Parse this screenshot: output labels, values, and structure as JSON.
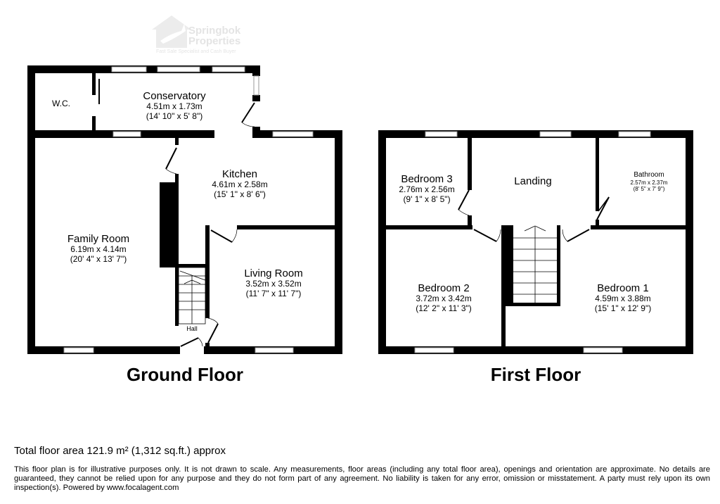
{
  "logo": {
    "name": "Springbok Properties",
    "line1": "Springbok",
    "line2": "Properties",
    "tagline": "Fast Sale Specialist and Cash Buyer"
  },
  "ground_floor": {
    "title": "Ground Floor",
    "rooms": [
      {
        "name": "W.C.",
        "dims_m": "",
        "dims_ft": ""
      },
      {
        "name": "Conservatory",
        "dims_m": "4.51m x 1.73m",
        "dims_ft": "(14' 10\" x 5' 8\")"
      },
      {
        "name": "Kitchen",
        "dims_m": "4.61m x 2.58m",
        "dims_ft": "(15' 1\" x 8' 6\")"
      },
      {
        "name": "Family Room",
        "dims_m": "6.19m x 4.14m",
        "dims_ft": "(20' 4\" x 13' 7\")"
      },
      {
        "name": "Living Room",
        "dims_m": "3.52m x 3.52m",
        "dims_ft": "(11' 7\" x 11' 7\")"
      },
      {
        "name": "Hall",
        "dims_m": "",
        "dims_ft": ""
      }
    ]
  },
  "first_floor": {
    "title": "First Floor",
    "rooms": [
      {
        "name": "Bedroom 3",
        "dims_m": "2.76m x 2.56m",
        "dims_ft": "(9' 1\" x 8' 5\")"
      },
      {
        "name": "Landing",
        "dims_m": "",
        "dims_ft": ""
      },
      {
        "name": "Bathroom",
        "dims_m": "2.57m x 2.37m",
        "dims_ft": "(8' 5\" x 7' 9\")"
      },
      {
        "name": "Bedroom 2",
        "dims_m": "3.72m x 3.42m",
        "dims_ft": "(12' 2\" x 11' 3\")"
      },
      {
        "name": "Bedroom 1",
        "dims_m": "4.59m x 3.88m",
        "dims_ft": "(15' 1\" x 12' 9\")"
      }
    ]
  },
  "footer": {
    "total_area": "Total floor area 121.9 m² (1,312 sq.ft.) approx",
    "disclaimer": "This floor plan is for illustrative purposes only. It is not drawn to scale. Any measurements, floor areas (including any total floor area), openings and orientation are approximate. No details are guaranteed, they cannot be relied upon for any purpose and they do not form part of any agreement. No liability is taken for any error, omission or misstatement. A party must rely upon its own inspection(s). Powered by www.focalagent.com"
  }
}
